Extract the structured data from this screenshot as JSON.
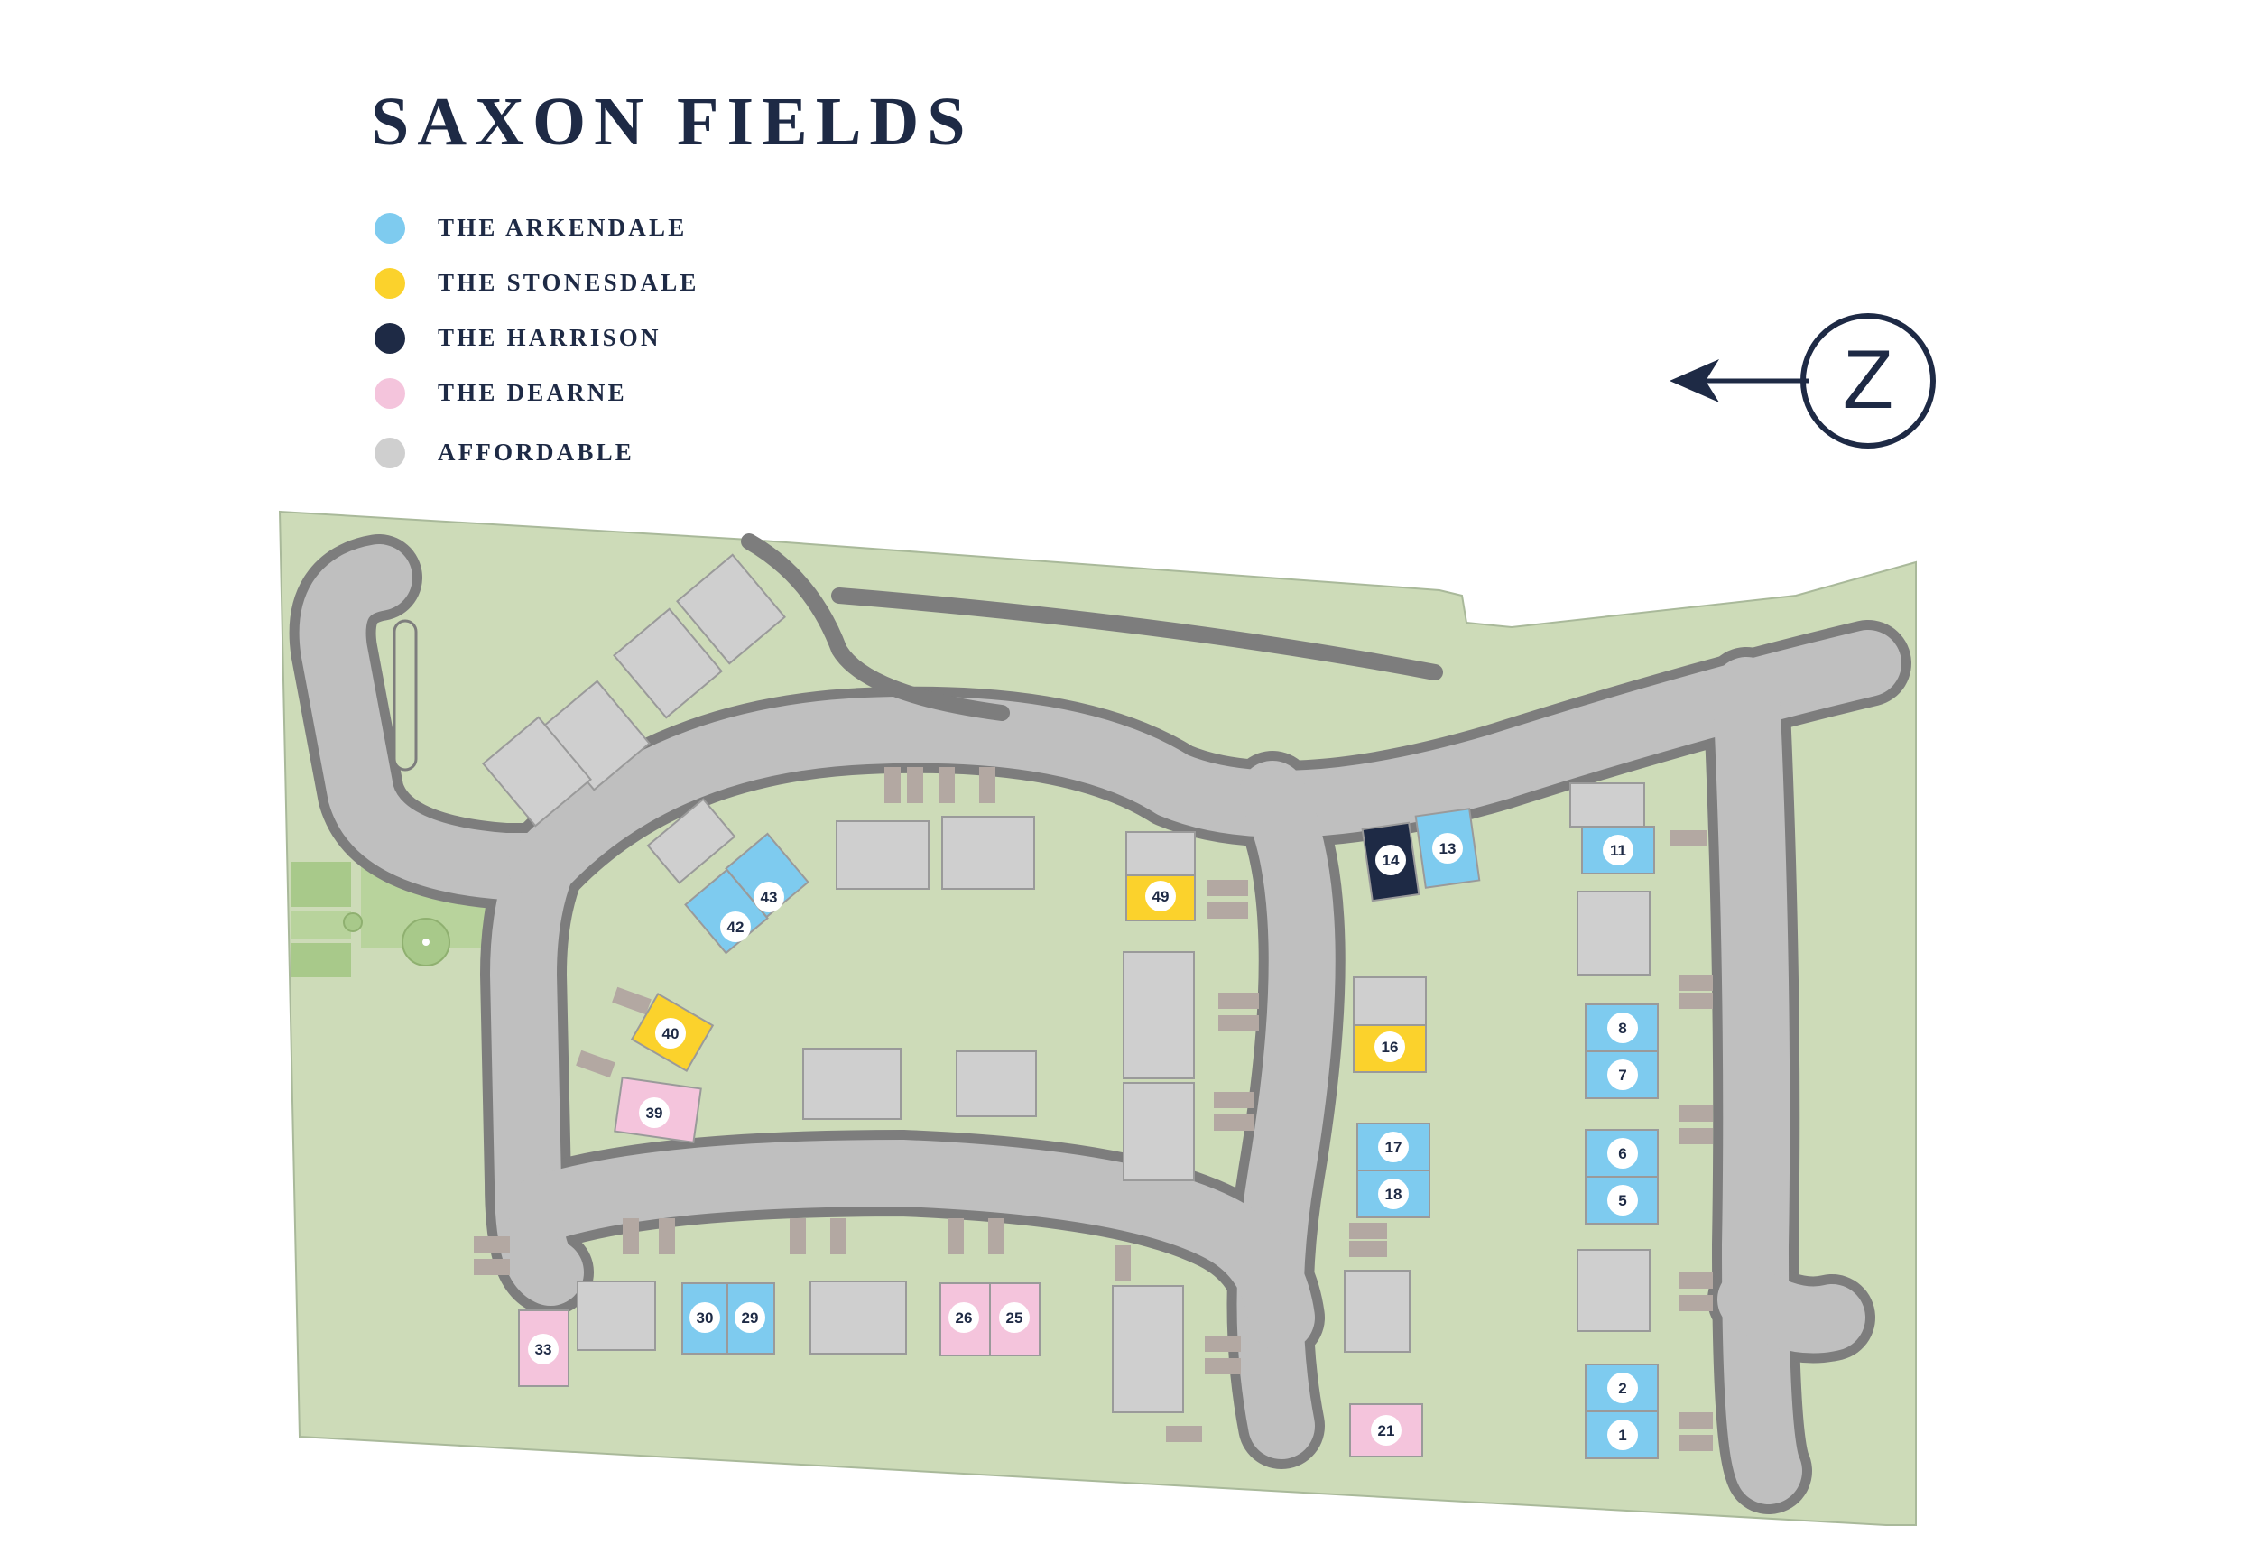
{
  "title": "SAXON FIELDS",
  "legend": [
    {
      "label": "THE ARKENDALE",
      "color": "#7ecbef"
    },
    {
      "label": "THE STONESDALE",
      "color": "#fbd22c"
    },
    {
      "label": "THE HARRISON",
      "color": "#1e2a45"
    },
    {
      "label": "THE DEARNE",
      "color": "#f4c4dc"
    },
    {
      "label": "AFFORDABLE",
      "color": "#cfcfcf"
    }
  ],
  "compass": {
    "letter": "Z",
    "icon": "north-arrow-icon"
  },
  "colors": {
    "land": "#cddbb8",
    "road": "#bfbfbf",
    "road_edge": "#7d7d7d",
    "path": "#e5e1d6",
    "parking": "#b3a8a2",
    "ink": "#1e2a45"
  },
  "plots": [
    {
      "number": "1",
      "type": "arkendale"
    },
    {
      "number": "2",
      "type": "arkendale"
    },
    {
      "number": "5",
      "type": "arkendale"
    },
    {
      "number": "6",
      "type": "arkendale"
    },
    {
      "number": "7",
      "type": "arkendale"
    },
    {
      "number": "8",
      "type": "arkendale"
    },
    {
      "number": "11",
      "type": "arkendale"
    },
    {
      "number": "13",
      "type": "arkendale"
    },
    {
      "number": "14",
      "type": "harrison"
    },
    {
      "number": "16",
      "type": "stonesdale"
    },
    {
      "number": "17",
      "type": "arkendale"
    },
    {
      "number": "18",
      "type": "arkendale"
    },
    {
      "number": "21",
      "type": "dearne"
    },
    {
      "number": "25",
      "type": "dearne"
    },
    {
      "number": "26",
      "type": "dearne"
    },
    {
      "number": "29",
      "type": "arkendale"
    },
    {
      "number": "30",
      "type": "arkendale"
    },
    {
      "number": "33",
      "type": "dearne"
    },
    {
      "number": "39",
      "type": "dearne"
    },
    {
      "number": "40",
      "type": "stonesdale"
    },
    {
      "number": "42",
      "type": "arkendale"
    },
    {
      "number": "43",
      "type": "arkendale"
    },
    {
      "number": "49",
      "type": "stonesdale"
    }
  ]
}
